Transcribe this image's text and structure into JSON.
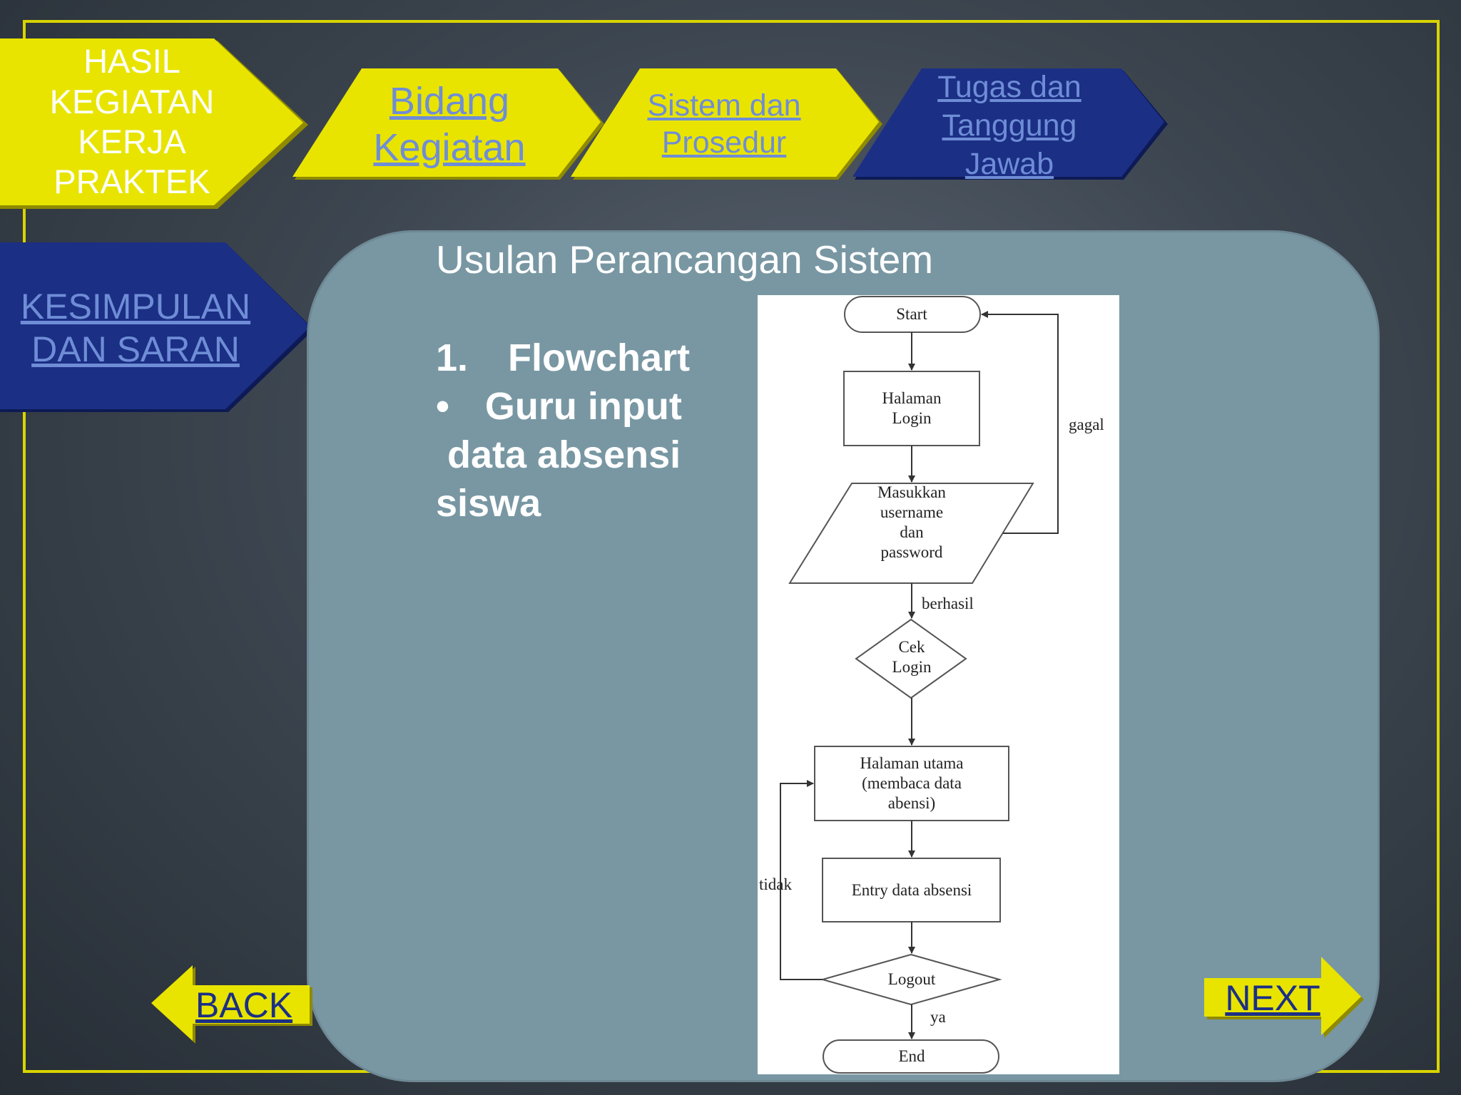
{
  "colors": {
    "yellow": "#e8e400",
    "yellow_dark": "#8f8a00",
    "navy": "#1b2f85",
    "navy_dark": "#0d1a55",
    "panel": "#7897a3",
    "frame": "#d8d400",
    "link": "#6f8dd6"
  },
  "nav": {
    "hasil_kegiatan": "HASIL KEGIATAN KERJA PRAKTEK",
    "bidang_kegiatan": "Bidang Kegiatan",
    "sistem_prosedur": "Sistem dan Prosedur",
    "tugas_tanggung_jawab": "Tugas dan Tanggung Jawab",
    "kesimpulan_saran": "KESIMPULAN DAN SARAN",
    "back": "BACK",
    "next": "NEXT"
  },
  "slide": {
    "heading": "Usulan Perancangan Sistem",
    "item_number": "1.",
    "item_title": "Flowchart",
    "bullet_symbol": "•",
    "bullet_line1": "Guru input",
    "bullet_line2": "data absensi",
    "bullet_line3": "siswa"
  },
  "flowchart": {
    "start": "Start",
    "login_page_1": "Halaman",
    "login_page_2": "Login",
    "input_1": "Masukkan",
    "input_2": "username",
    "input_3": "dan",
    "input_4": "password",
    "gagal": "gagal",
    "berhasil": "berhasil",
    "cek_1": "Cek",
    "cek_2": "Login",
    "main_1": "Halaman utama",
    "main_2": "(membaca data",
    "main_3": "abensi)",
    "entry": "Entry data absensi",
    "tidak": "tidak",
    "logout": "Logout",
    "ya": "ya",
    "end": "End"
  }
}
